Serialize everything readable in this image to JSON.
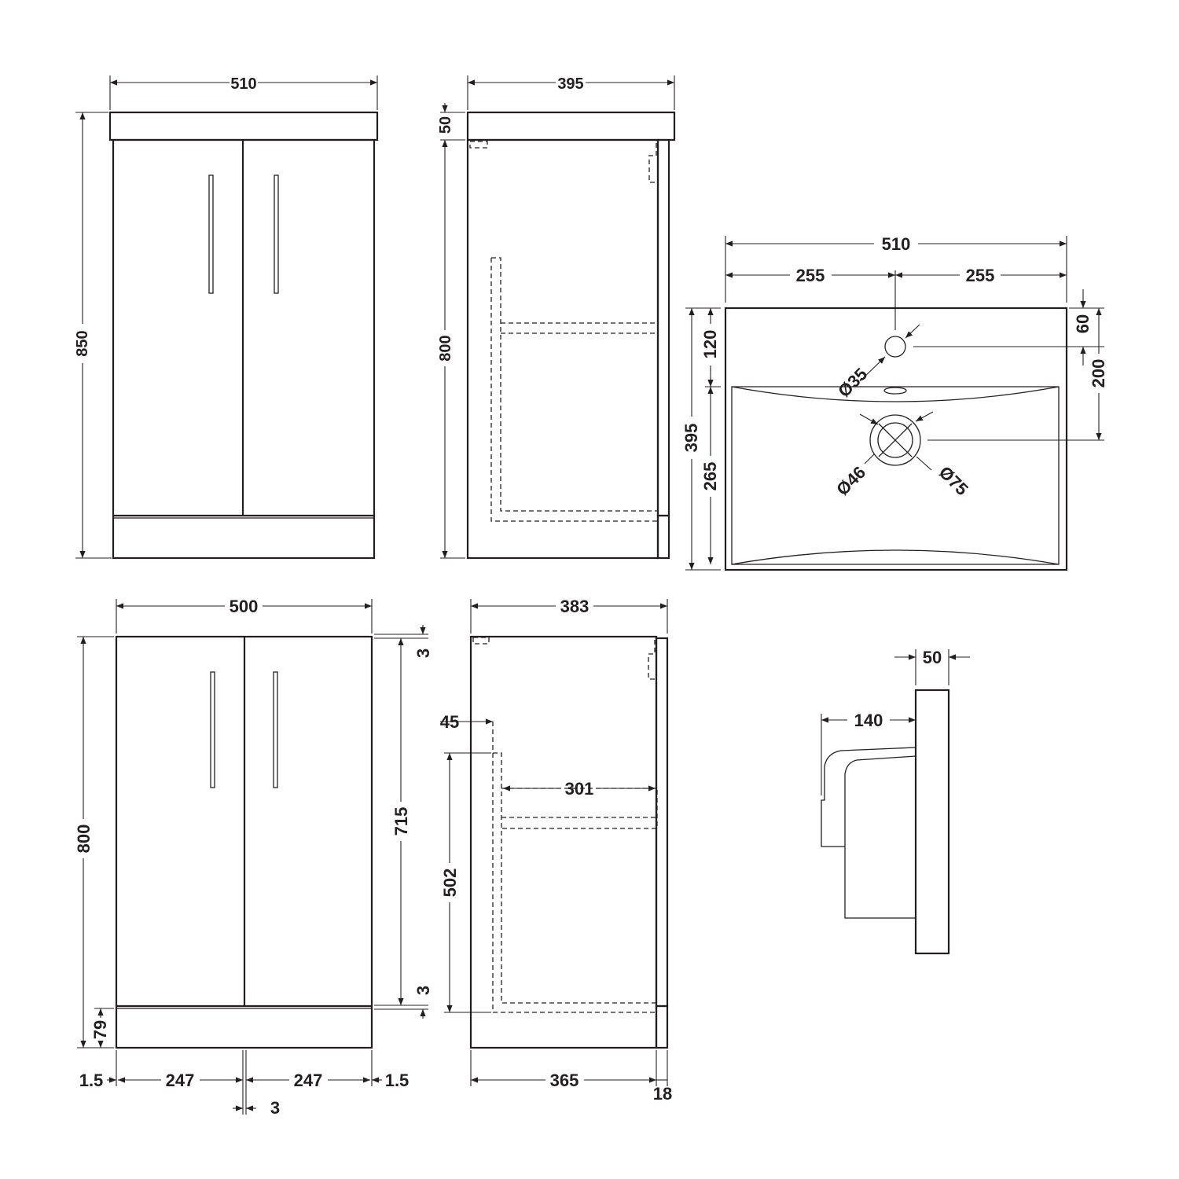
{
  "colors": {
    "line": "#231f20",
    "background": "#ffffff"
  },
  "dimensions": {
    "front_top": {
      "width": "510",
      "height": "850"
    },
    "side_top": {
      "width": "395",
      "basin_thickness": "50",
      "cabinet_height": "800"
    },
    "basin_plan": {
      "width": "510",
      "half_left": "255",
      "half_right": "255",
      "depth": "395",
      "tap_offset": "120",
      "bowl_depth": "265",
      "back_offset": "60",
      "waste_offset": "200",
      "tap_hole": "Ø35",
      "waste_inner": "Ø46",
      "waste_outer": "Ø75"
    },
    "front_bottom": {
      "width": "500",
      "height": "800",
      "door_height": "715",
      "gap_top": "3",
      "gap_bottom": "3",
      "plinth": "79",
      "side_left": "1.5",
      "door_left": "247",
      "door_right": "247",
      "side_right": "1.5",
      "center_gap": "3"
    },
    "side_bottom": {
      "depth": "383",
      "shelf_depth": "301",
      "shelf_offset": "45",
      "shelf_height": "502",
      "carcass_depth": "365",
      "door_thickness": "18"
    },
    "basin_profile": {
      "thickness": "50",
      "projection": "140"
    }
  }
}
